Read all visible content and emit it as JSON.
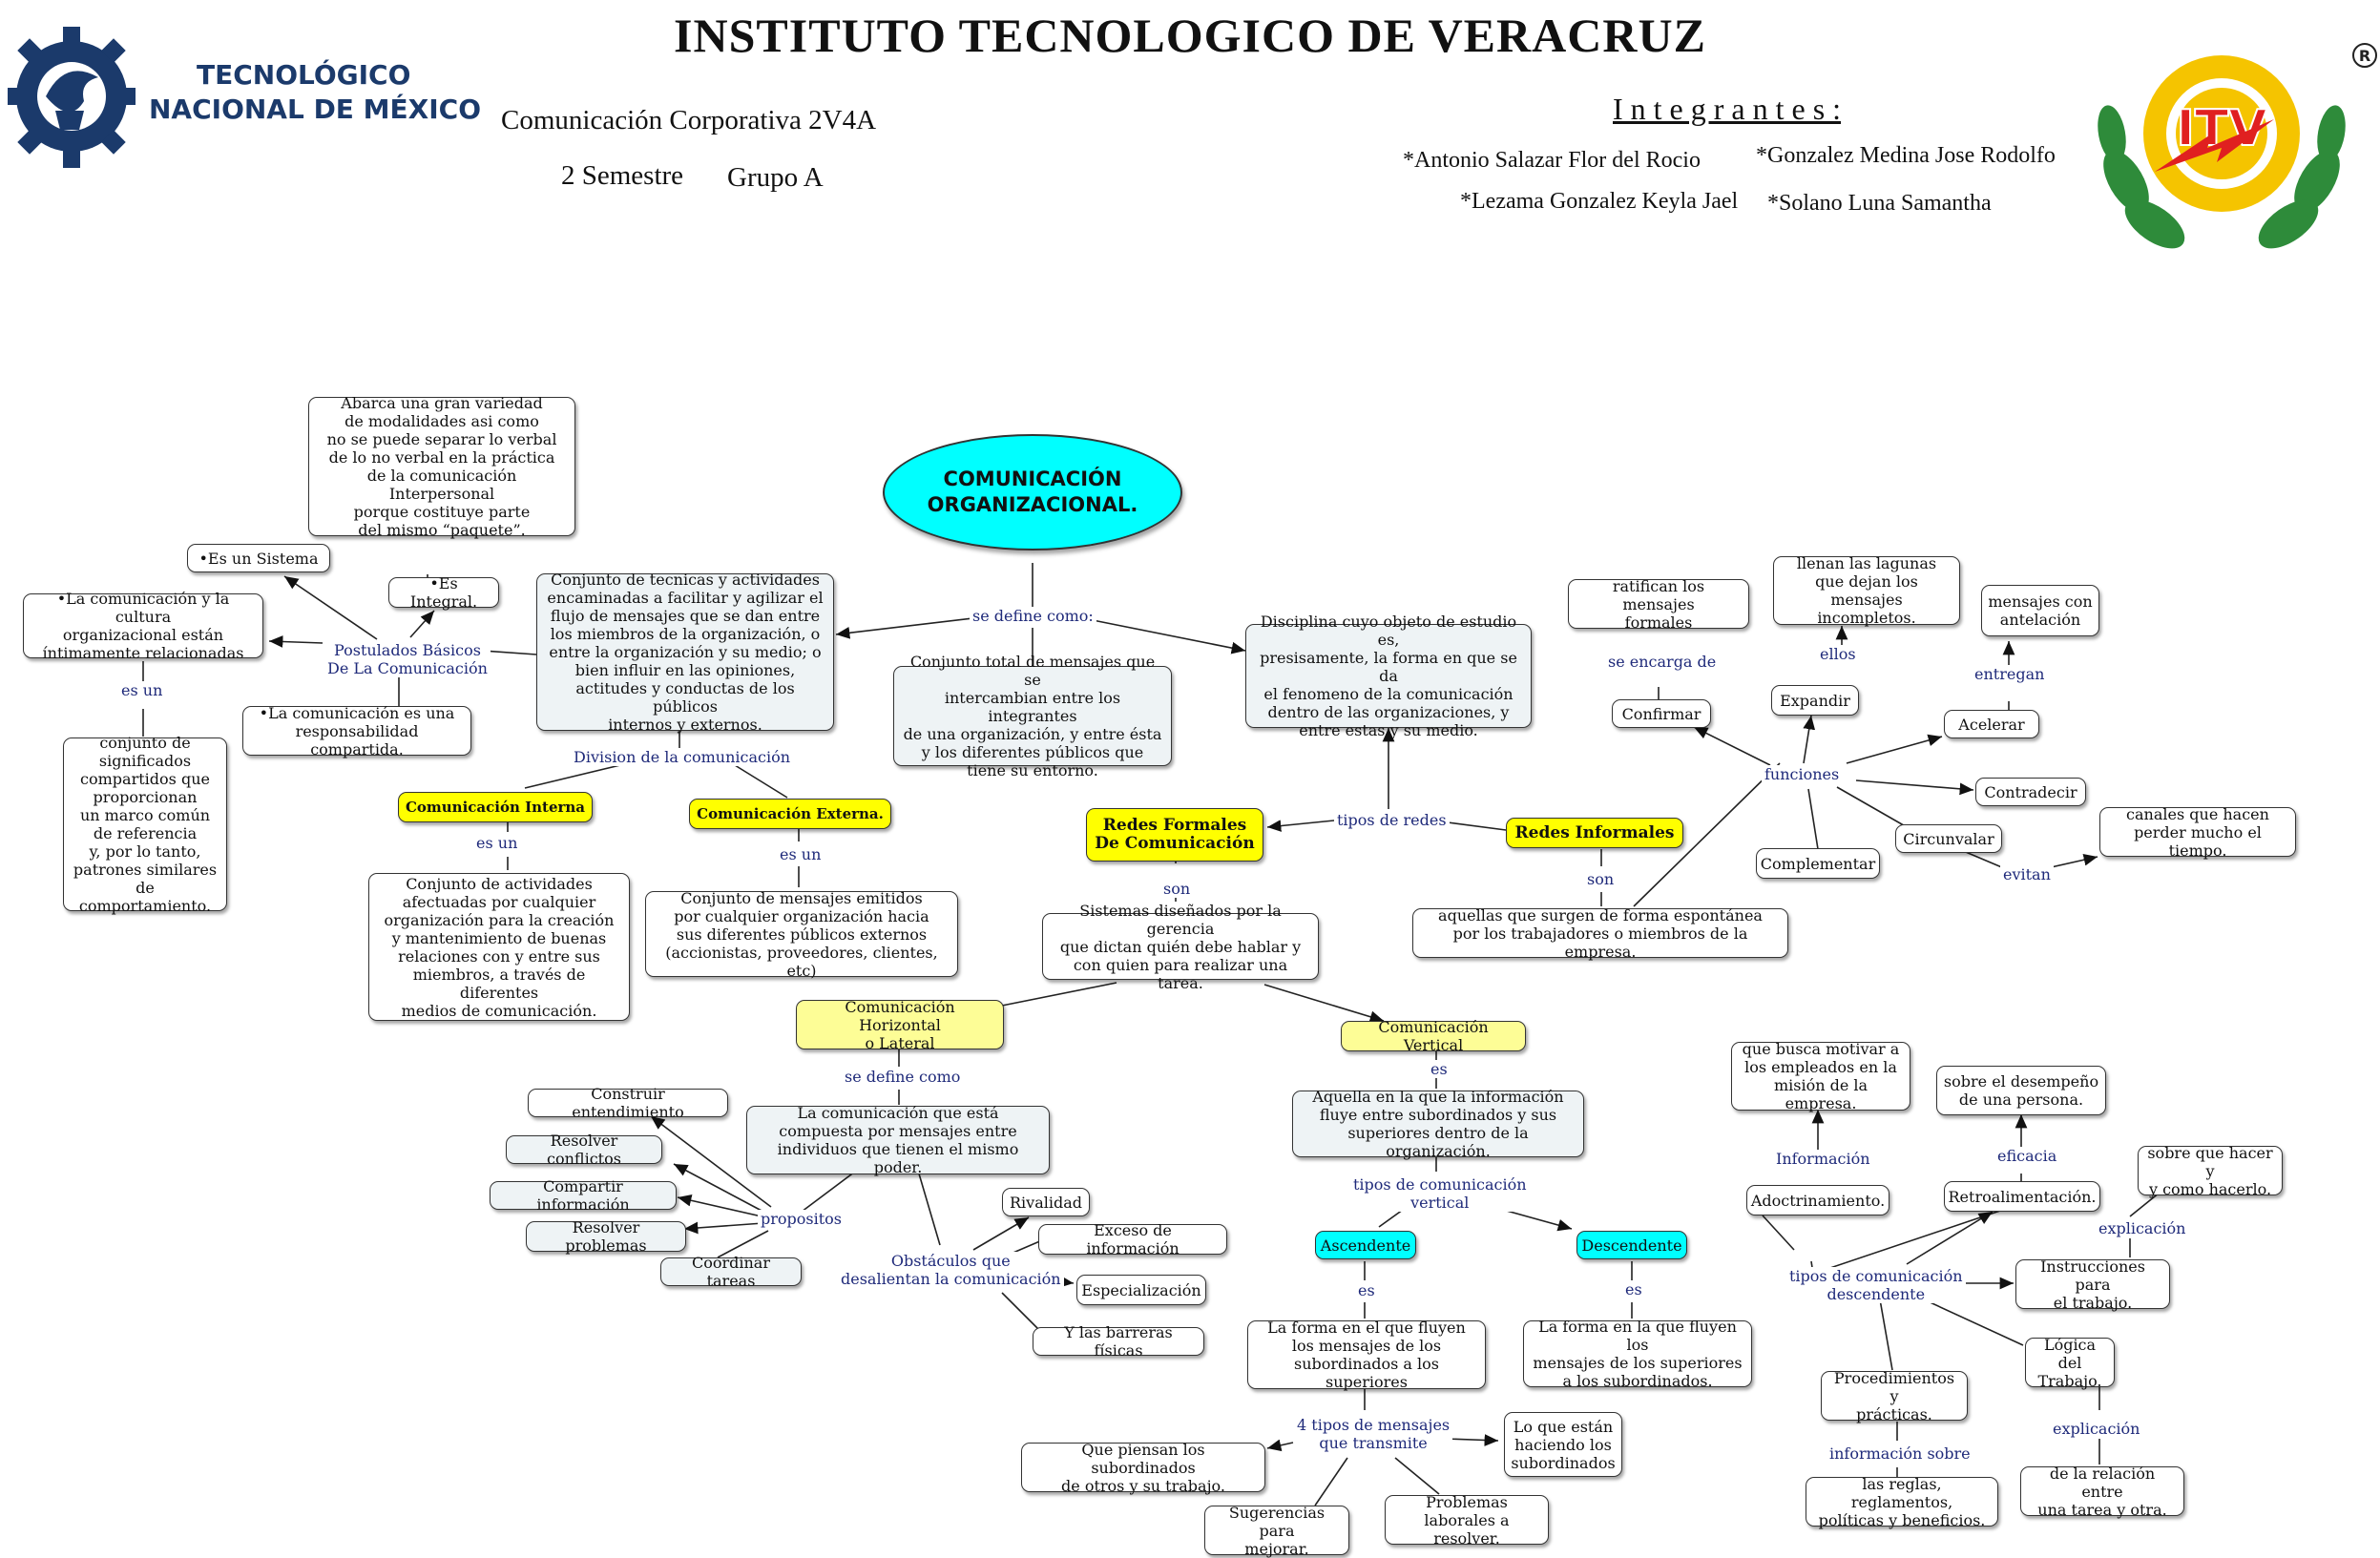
{
  "header": {
    "institute": "INSTITUTO TECNOLOGICO DE VERACRUZ",
    "tecnm_line1": "TECNOLÓGICO",
    "tecnm_line2": "NACIONAL DE MÉXICO",
    "course": "Comunicación Corporativa 2V4A",
    "semester": "2 Semestre",
    "group": "Grupo A",
    "members_title": "I n t e g r a n t e s :",
    "members": [
      "*Antonio Salazar Flor del Rocio",
      "*Gonzalez Medina Jose Rodolfo",
      "*Lezama Gonzalez Keyla Jael",
      "*Solano Luna Samantha"
    ],
    "itv_logo_text": "ITV",
    "registered": "R"
  },
  "colors": {
    "cyan": "#00ffff",
    "yellow": "#ffff00",
    "light_yellow": "#fdfd96",
    "label_blue": "#1f2a7a",
    "node_gray": "#eef3f5"
  },
  "map": {
    "main": "COMUNICACIÓN\nORGANIZACIONAL.",
    "def_technical": "Conjunto de tecnicas y actividades\nencaminadas a facilitar y agilizar el\nflujo de mensajes que se dan entre\nlos miembros de la organización, o\nentre la organización y su medio; o\nbien influir en las opiniones,\nactitudes y conductas de los públicos\ninternos y externos.",
    "def_total": "Conjunto total de mensajes que se\nintercambian entre los integrantes\nde una organización, y entre ésta\ny los diferentes públicos que\ntiene su entorno.",
    "def_discipline": "Disciplina cuyo objeto de estudio es,\npresisamente, la forma en que se da\nel fenomeno de la comunicación\ndentro de las organizaciones, y\nentre estas y su medio.",
    "lbl_define": "se define como:",
    "postulados": "Postulados Básicos\nDe La Comunicación",
    "sistema": "•Es un Sistema",
    "integral": "•Es Integral.",
    "abarca": "Abarca una gran variedad\nde modalidades asi como\nno se puede separar lo verbal\nde lo no verbal en la práctica\nde la comunicación Interpersonal\nporque costituye parte\ndel mismo “paquete”.",
    "cultura": "•La comunicación y la cultura\norganizacional están\níntimamente relacionadas",
    "lbl_es_un": "es un",
    "significados": "conjunto de\nsignificados\ncompartidos que\nproporcionan\nun marco común\nde referencia\ny, por lo tanto,\npatrones similares\nde comportamiento.",
    "responsabilidad": "•La comunicación es una\nresponsabilidad compartida.",
    "lbl_division": "Division de la comunicación",
    "interna": "Comunicación Interna",
    "externa": "Comunicación Externa.",
    "interna_desc": "Conjunto de actividades\nafectuadas por cualquier\norganización para la creación\ny mantenimiento de buenas\nrelaciones con y entre sus\nmiembros, a través de diferentes\nmedios de comunicación.",
    "externa_desc": "Conjunto de mensajes emitidos\npor cualquier organización hacia\nsus diferentes públicos externos\n(accionistas, proveedores, clientes, etc)",
    "lbl_tipos_redes": "tipos de redes",
    "redes_formales": "Redes Formales\nDe Comunicación",
    "redes_informales": "Redes Informales",
    "lbl_son": "son",
    "sistemas": "Sistemas diseñados por la gerencia\nque dictan quién debe hablar y\ncon quien para realizar una tarea.",
    "informales_desc": "aquellas que surgen de forma espontánea\npor los trabajadores o miembros de la empresa.",
    "lbl_funciones": "funciones",
    "confirmar": "Confirmar",
    "lbl_encarga": "se encarga de",
    "ratifican": "ratifican los mensajes\nformales",
    "expandir": "Expandir",
    "lbl_ellos": "ellos",
    "llenan": "llenan las lagunas\nque dejan los\nmensajes incompletos.",
    "acelerar": "Acelerar",
    "lbl_entregan": "entregan",
    "mensajes_antelacion": "mensajes con\nantelación",
    "contradecir": "Contradecir",
    "circunvalar": "Circunvalar",
    "lbl_evitan": "evitan",
    "canales": "canales que hacen\nperder mucho el tiempo.",
    "complementar": "Complementar",
    "horizontal": "Comunicación Horizontal\no Lateral",
    "vertical": "Comunicación Vertical",
    "lbl_se_define_como": "se define como",
    "horizontal_desc": "La comunicación que está\ncompuesta por mensajes entre\nindividuos que tienen el mismo poder.",
    "lbl_propositos": "propositos",
    "construir": "Construir entendimiento",
    "resolver_conflictos": "Resolver conflictos",
    "compartir": "Compartir información",
    "resolver_problemas": "Resolver problemas",
    "coordinar": "Coordinar tareas",
    "lbl_obstaculos": "Obstáculos que\ndesalientan la comunicación",
    "rivalidad": "Rivalidad",
    "exceso": "Exceso de información",
    "especializacion": "Especialización",
    "barreras": "Y las barreras físicas",
    "lbl_es": "es",
    "vertical_desc": "Aquella en la que la información\nfluye entre subordinados y sus\nsuperiores dentro de la organización.",
    "lbl_tipos_vertical": "tipos de comunicación\nvertical",
    "ascendente": "Ascendente",
    "descendente": "Descendente",
    "ascendente_desc": "La forma en el que fluyen\nlos mensajes de los\nsubordinados a los superiores",
    "descendente_desc": "La forma en la que fluyen los\nmensajes de los superiores\na los subordinados.",
    "lbl_4tipos": "4 tipos de mensajes\nque transmite",
    "piensan": "Que piensan los subordinados\nde otros y su trabajo.",
    "lo_que_estan": "Lo que están\nhaciendo los\nsubordinados",
    "sugerencias": "Sugerencias para\nmejorar.",
    "problemas_lab": "Problemas\nlaborales a resolver.",
    "lbl_tipos_desc": "tipos de comunicación\ndescendente",
    "adoctrinamiento": "Adoctrinamiento.",
    "lbl_informacion": "Información",
    "motivar": "que busca motivar a\nlos empleados en la\nmisión de la empresa.",
    "retroalimentacion": "Retroalimentación.",
    "lbl_eficacia": "eficacia",
    "desempeno": "sobre el desempeño\nde una persona.",
    "instrucciones": "Instrucciones para\nel trabajo.",
    "lbl_explicacion": "explicación",
    "sobre_que_hacer": "sobre que hacer y\ny como hacerlo.",
    "logica": "Lógica del\nTrabajo.",
    "relacion": "de la relación entre\nuna tarea y otra.",
    "procedimientos": "Procedimientos y\nprácticas.",
    "lbl_info_sobre": "información sobre",
    "reglas": "las reglas, reglamentos,\npolíticas y beneficios."
  }
}
